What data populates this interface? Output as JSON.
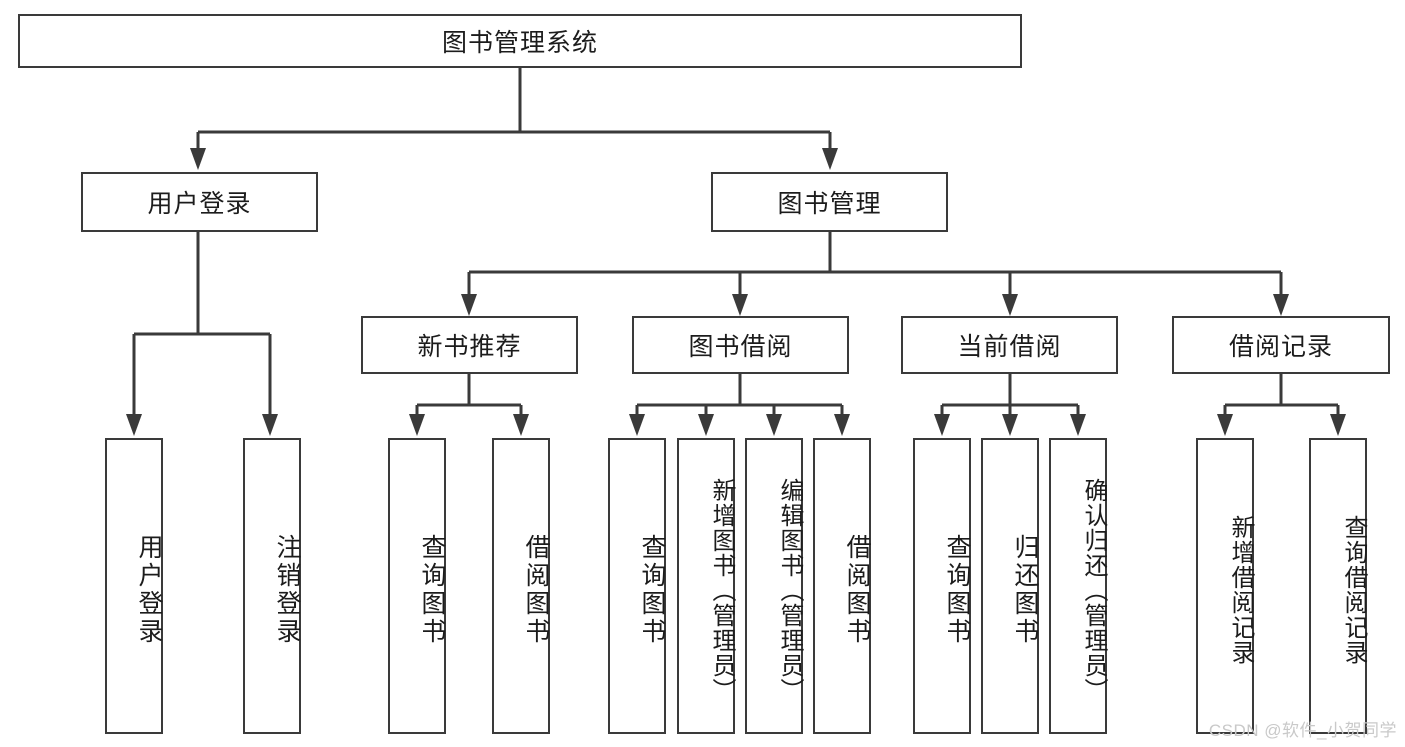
{
  "diagram": {
    "type": "tree",
    "title": "图书管理系统",
    "watermark": "CSDN @软件_小贺同学",
    "colors": {
      "box_border": "#3a3a3a",
      "box_fill": "#ffffff",
      "text": "#1c1c1c",
      "connector": "#3a3a3a",
      "watermark": "#c9c9c9",
      "background": "#ffffff"
    },
    "root": {
      "label": "图书管理系统"
    },
    "level2": [
      {
        "label": "用户登录"
      },
      {
        "label": "图书管理"
      }
    ],
    "level3": [
      {
        "label": "新书推荐"
      },
      {
        "label": "图书借阅"
      },
      {
        "label": "当前借阅"
      },
      {
        "label": "借阅记录"
      }
    ],
    "leaves": {
      "user_login": [
        {
          "label": "用户登录"
        },
        {
          "label": "注销登录"
        }
      ],
      "new_book_recommend": [
        {
          "label": "查询图书"
        },
        {
          "label": "借阅图书"
        }
      ],
      "book_borrow": [
        {
          "label": "查询图书"
        },
        {
          "label": "新增图书（管理员）"
        },
        {
          "label": "编辑图书（管理员）"
        },
        {
          "label": "借阅图书"
        }
      ],
      "current_borrow": [
        {
          "label": "查询图书"
        },
        {
          "label": "归还图书"
        },
        {
          "label": "确认归还（管理员）"
        }
      ],
      "borrow_record": [
        {
          "label": "新增借阅记录"
        },
        {
          "label": "查询借阅记录"
        }
      ]
    }
  }
}
